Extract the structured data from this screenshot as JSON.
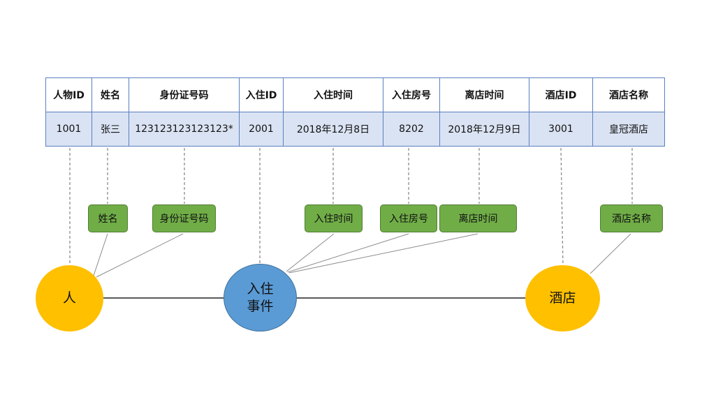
{
  "table": {
    "headers": [
      "人物ID",
      "姓名",
      "身份证号码",
      "入住ID",
      "入住时间",
      "入住房号",
      "离店时间",
      "酒店ID",
      "酒店名称"
    ],
    "row": [
      "1001",
      "张三",
      "123123123123123*",
      "2001",
      "2018年12月8日",
      "8202",
      "2018年12月9日",
      "3001",
      "皇冠酒店"
    ]
  },
  "attributes": {
    "name": "姓名",
    "id_number": "身份证号码",
    "checkin_time": "入住时间",
    "room_number": "入住房号",
    "checkout_time": "离店时间",
    "hotel_name": "酒店名称"
  },
  "entities": {
    "person": {
      "line1": "人",
      "line2": ""
    },
    "event": {
      "line1": "入住",
      "line2": "事件"
    },
    "hotel": {
      "line1": "酒店",
      "line2": ""
    }
  },
  "colors": {
    "table_border": "#5b7fc0",
    "row_fill": "#dae3f3",
    "attribute_fill": "#70ad47",
    "entity_yellow": "#ffc000",
    "entity_blue": "#5b9bd5"
  }
}
